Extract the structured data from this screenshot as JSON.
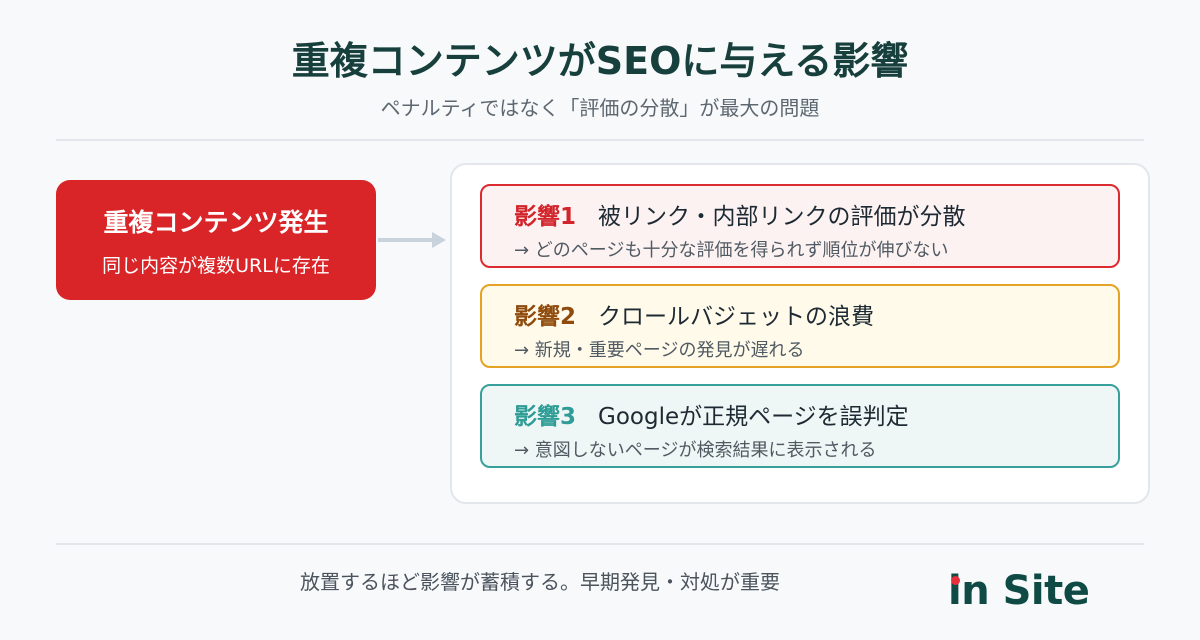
{
  "header": {
    "title": "重複コンテンツがSEOに与える影響",
    "subtitle": "ペナルティではなく「評価の分散」が最大の問題"
  },
  "source": {
    "title": "重複コンテンツ発生",
    "description": "同じ内容が複数URLに存在"
  },
  "impacts": [
    {
      "num": "影響1",
      "title": "被リンク・内部リンクの評価が分散",
      "detail": "→ どのページも十分な評価を得られず順位が伸びない"
    },
    {
      "num": "影響2",
      "title": "クロールバジェットの浪費",
      "detail": "→ 新規・重要ページの発見が遅れる"
    },
    {
      "num": "影響3",
      "title": "Googleが正規ページを誤判定",
      "detail": "→ 意図しないページが検索結果に表示される"
    }
  ],
  "footer": {
    "text": "放置するほど影響が蓄積する。早期発見・対処が重要"
  },
  "logo": {
    "text_i": "i",
    "text_rest": "n Site"
  },
  "colors": {
    "source_bg": "#da2528",
    "impact1_border": "#dc2a31",
    "impact2_border": "#e5a325",
    "impact3_border": "#38a09a",
    "title": "#173f3c"
  }
}
